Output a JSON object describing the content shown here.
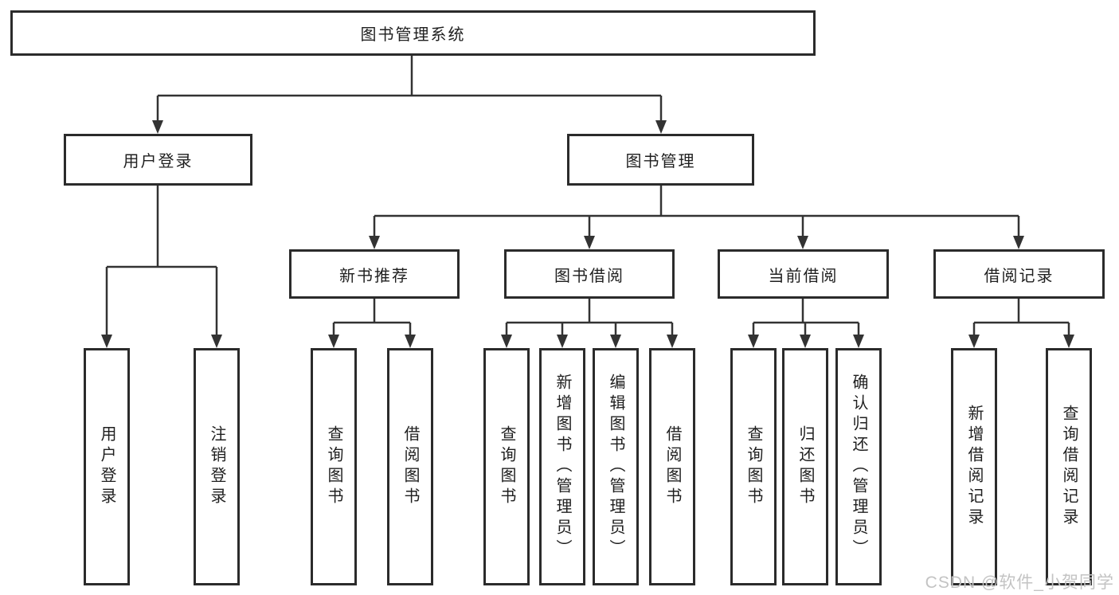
{
  "watermark": "CSDN @软件_小贺同学",
  "colors": {
    "line": "#333333",
    "box_border": "#2b2b2b",
    "text": "#1f1f1f",
    "watermark": "#c3c3c3",
    "background": "#ffffff"
  },
  "tree": {
    "root": {
      "label": "图书管理系统"
    },
    "branches": [
      {
        "label": "用户登录",
        "children": [
          {
            "label": "用户登录"
          },
          {
            "label": "注销登录"
          }
        ]
      },
      {
        "label": "图书管理",
        "children": [
          {
            "label": "新书推荐",
            "children": [
              {
                "label": "查询图书"
              },
              {
                "label": "借阅图书"
              }
            ]
          },
          {
            "label": "图书借阅",
            "children": [
              {
                "label": "查询图书"
              },
              {
                "label": "新增图书（管理员）"
              },
              {
                "label": "编辑图书（管理员）"
              },
              {
                "label": "借阅图书"
              }
            ]
          },
          {
            "label": "当前借阅",
            "children": [
              {
                "label": "查询图书"
              },
              {
                "label": "归还图书"
              },
              {
                "label": "确认归还（管理员）"
              }
            ]
          },
          {
            "label": "借阅记录",
            "children": [
              {
                "label": "新增借阅记录"
              },
              {
                "label": "查询借阅记录"
              }
            ]
          }
        ]
      }
    ]
  }
}
